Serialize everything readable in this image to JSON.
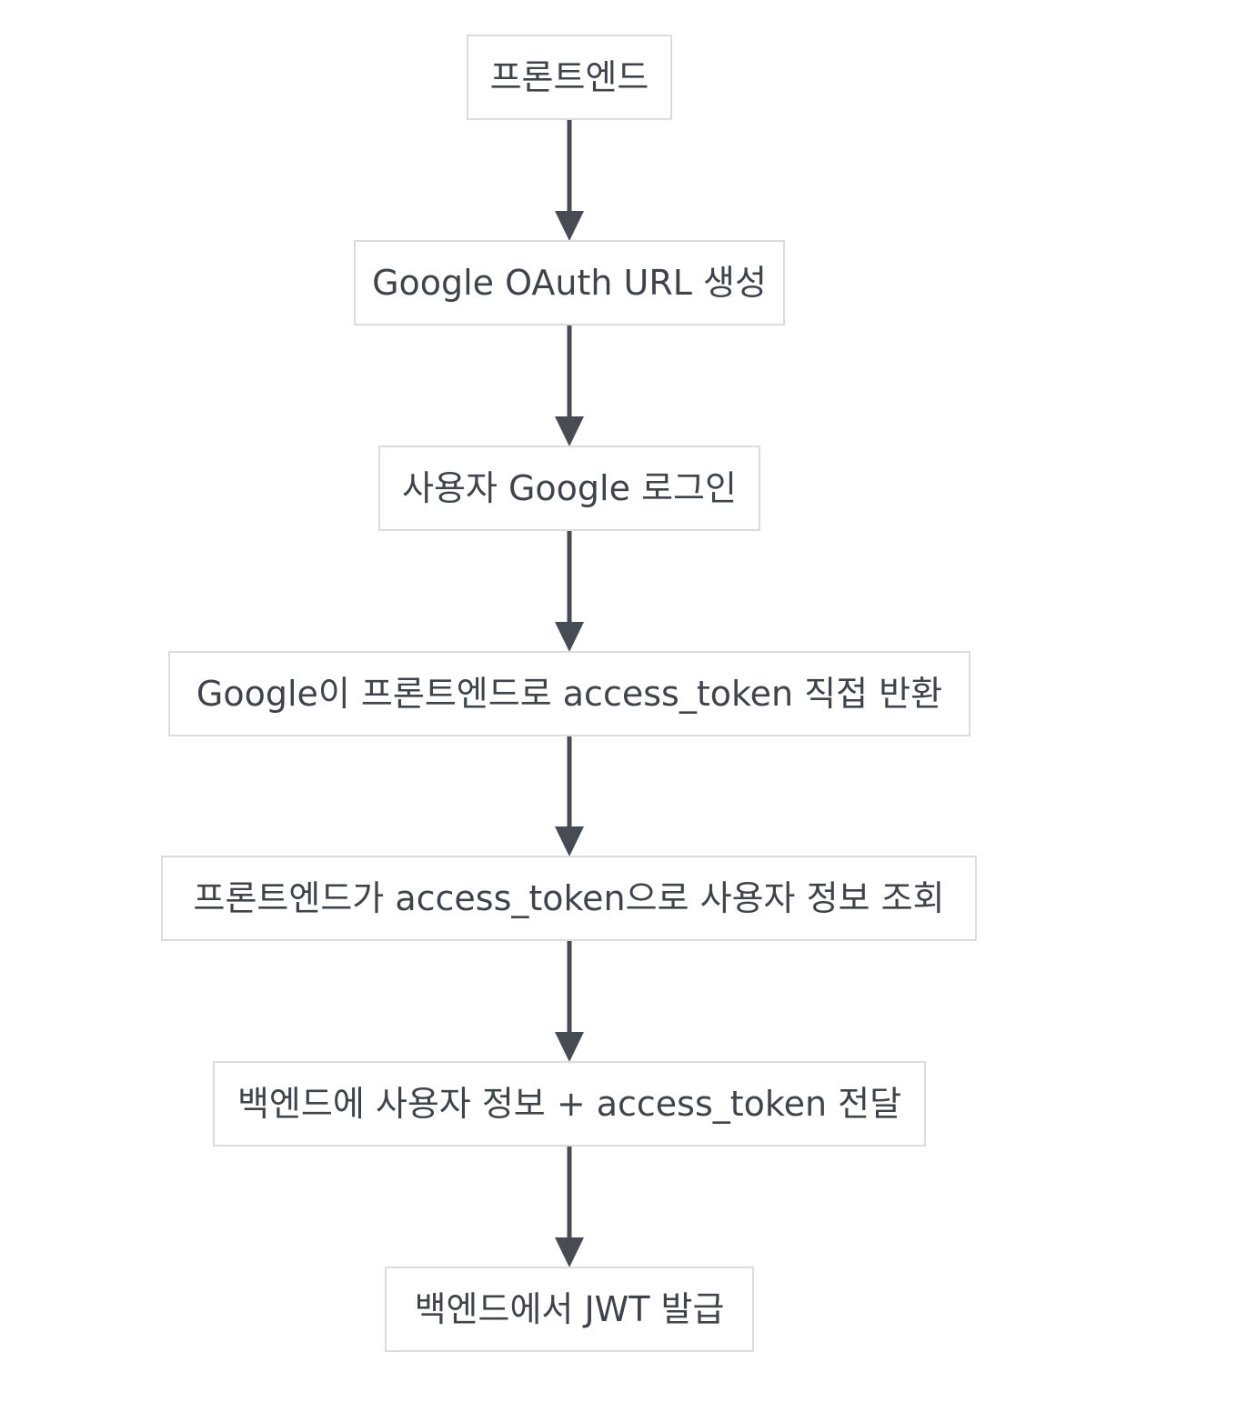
{
  "diagram": {
    "type": "flowchart",
    "direction": "top-to-bottom",
    "colors": {
      "node_border": "#dcdcdc",
      "node_fill": "#ffffff",
      "text": "#3f434a",
      "edge": "#474c54"
    },
    "nodes": [
      {
        "id": "frontend",
        "label": "프론트엔드"
      },
      {
        "id": "oauth-url",
        "label": "Google OAuth URL 생성"
      },
      {
        "id": "user-login",
        "label": "사용자 Google 로그인"
      },
      {
        "id": "token-return",
        "label": "Google이 프론트엔드로 access_token 직접 반환"
      },
      {
        "id": "user-info",
        "label": "프론트엔드가 access_token으로 사용자 정보 조회"
      },
      {
        "id": "send-backend",
        "label": "백엔드에 사용자 정보 + access_token 전달"
      },
      {
        "id": "issue-jwt",
        "label": "백엔드에서 JWT 발급"
      }
    ],
    "edges": [
      {
        "from": "frontend",
        "to": "oauth-url"
      },
      {
        "from": "oauth-url",
        "to": "user-login"
      },
      {
        "from": "user-login",
        "to": "token-return"
      },
      {
        "from": "token-return",
        "to": "user-info"
      },
      {
        "from": "user-info",
        "to": "send-backend"
      },
      {
        "from": "send-backend",
        "to": "issue-jwt"
      }
    ]
  }
}
